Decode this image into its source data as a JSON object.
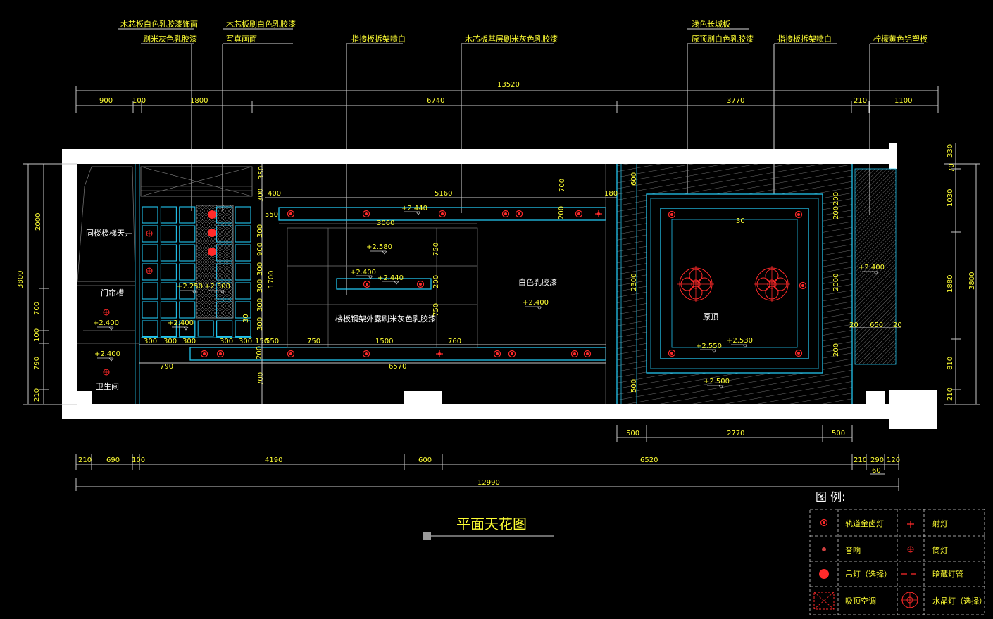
{
  "title": "平面天花图",
  "labels_top": [
    "木芯板白色乳胶漆饰面",
    "刷米灰色乳胶漆",
    "木芯板刷白色乳胶漆",
    "写真画面",
    "指接板拆架喷白",
    "木芯板基层刷米灰色乳胶漆",
    "浅色长城板",
    "原顶刷白色乳胶漆",
    "指接板拆架喷白",
    "柠檬黄色铝塑板"
  ],
  "labels_plan": {
    "stair": "同楼楼梯天井",
    "curtain": "门帘槽",
    "wc": "卫生间",
    "white_latex": "白色乳胶漆",
    "grille": "楼板钢架外露刷米灰色乳胶漆",
    "raw_top": "原顶"
  },
  "elevations": [
    "+2.440",
    "+2.580",
    "+2.400",
    "+2.440",
    "+2.400",
    "+2.250",
    "+2.300",
    "+2.400",
    "+2.400",
    "+2.400",
    "+2.550",
    "+2.530",
    "+2.500",
    "+2.400"
  ],
  "dims_top_total": "13520",
  "dims_top": [
    "900",
    "100",
    "1800",
    "6740",
    "3770",
    "210",
    "1100"
  ],
  "dims_inner": [
    "400",
    "5160",
    "180",
    "3060",
    "700",
    "550",
    "300",
    "350",
    "200",
    "600",
    "200",
    "200",
    "30"
  ],
  "dims_inner_bottom": [
    "300",
    "300",
    "300",
    "300",
    "300",
    "150",
    "550",
    "750",
    "1500",
    "760",
    "790",
    "6570",
    "200",
    "700",
    "500",
    "30"
  ],
  "dims_stack_mid": [
    "300",
    "900",
    "300",
    "300",
    "300",
    "300",
    "1700",
    "750",
    "750",
    "200",
    "2300",
    "2000",
    "200"
  ],
  "dims_right_panel": [
    "20",
    "650",
    "20"
  ],
  "dims_left": [
    "2000",
    "3800",
    "700",
    "100",
    "790",
    "210"
  ],
  "dims_right": [
    "330",
    "70",
    "1030",
    "1880",
    "3800",
    "810",
    "210"
  ],
  "dims_bottom_ceiling": [
    "500",
    "2770",
    "500"
  ],
  "dims_bottom": [
    "210",
    "690",
    "100",
    "4190",
    "600",
    "6520",
    "210",
    "290",
    "120",
    "60"
  ],
  "dims_bottom_total": "12990",
  "legend": {
    "title": "图 例:",
    "items": [
      "轨道金卤灯",
      "射灯",
      "音响",
      "筒灯",
      "吊灯（选择）",
      "暗藏灯管",
      "吸顶空调",
      "水晶灯（选择）"
    ]
  },
  "colors": {
    "background": "#000000",
    "wall": "#ffffff",
    "text": "#ffff33",
    "structure": "#22c4ee",
    "fixture": "#ff2a2a"
  }
}
